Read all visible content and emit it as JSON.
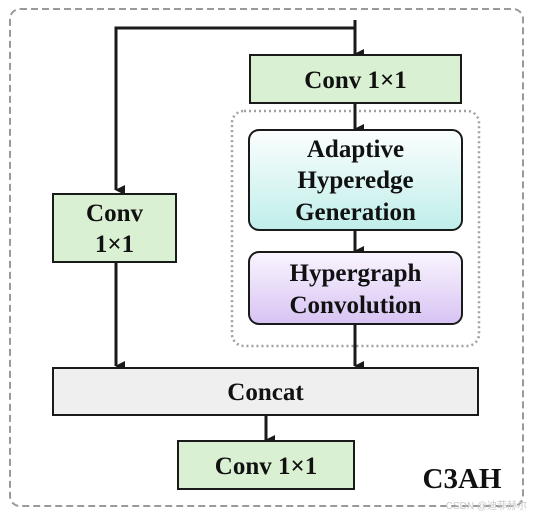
{
  "module_label": "C3AH",
  "blocks": {
    "conv_top": {
      "label": "Conv 1×1"
    },
    "conv_left": {
      "line1": "Conv",
      "line2": "1×1"
    },
    "adaptive_hyperedge": {
      "line1": "Adaptive",
      "line2": "Hyperedge",
      "line3": "Generation"
    },
    "hypergraph_conv": {
      "line1": "Hypergraph",
      "line2": "Convolution"
    },
    "concat": {
      "label": "Concat"
    },
    "conv_bottom": {
      "label": "Conv 1×1"
    }
  },
  "watermark": "CSDN @迪菲赫尔",
  "colors": {
    "conv_fill": "#d9f0d3",
    "concat_fill": "#efefef",
    "adaptive_fill_top": "#fbfefe",
    "adaptive_fill_bottom": "#bfeeea",
    "hypergraph_fill_top": "#faf5fe",
    "hypergraph_fill_bottom": "#d7c3f3",
    "stroke": "#1a1a1a",
    "dashed_border": "#9a9a9a"
  }
}
